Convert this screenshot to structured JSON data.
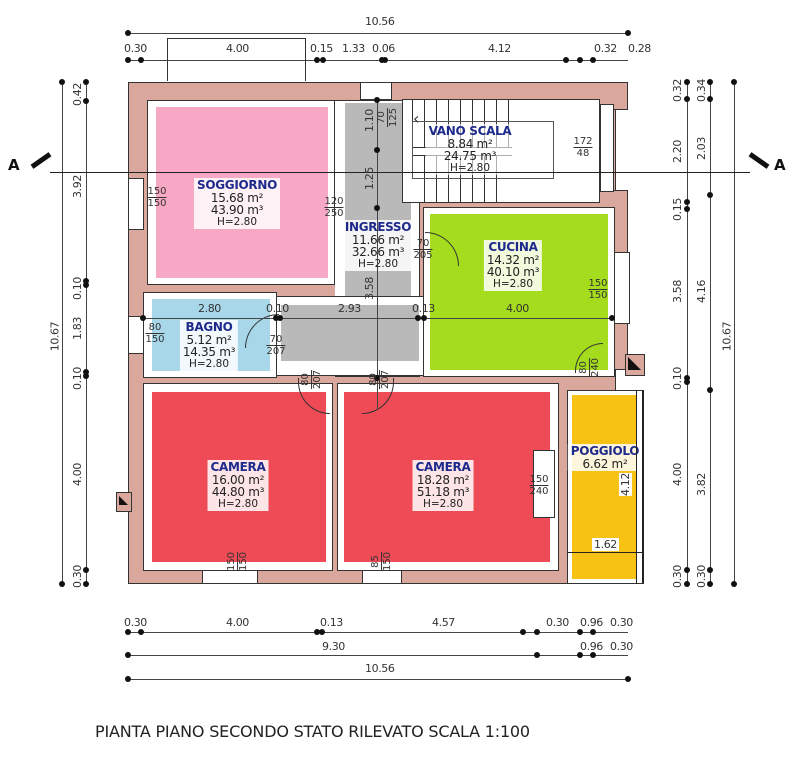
{
  "title": "PIANTA PIANO SECONDO STATO RILEVATO SCALA 1:100",
  "section_marker": {
    "label": "A",
    "icon": "section-cut-icon"
  },
  "colors": {
    "wall": "#d9a79c",
    "soggiorno": "#f7a8c4",
    "ingresso": "#b9b9b9",
    "cucina": "#a6dc1e",
    "bagno": "#a8d7ea",
    "camera": "#ee4b56",
    "poggiolo": "#f7c214",
    "label": "#1d2a8c"
  },
  "rooms": {
    "soggiorno": {
      "name": "SOGGIORNO",
      "area": "15.68 m²",
      "volume": "43.90 m³",
      "height": "H=2.80"
    },
    "ingresso": {
      "name": "INGRESSO",
      "area": "11.66 m²",
      "volume": "32.66 m³",
      "height": "H=2.80"
    },
    "vano_scala": {
      "name": "VANO SCALA",
      "area": "8.84 m²",
      "volume": "24.75 m³",
      "height": "H=2.80"
    },
    "cucina": {
      "name": "CUCINA",
      "area": "14.32 m²",
      "volume": "40.10 m³",
      "height": "H=2.80"
    },
    "bagno": {
      "name": "BAGNO",
      "area": "5.12 m²",
      "volume": "14.35 m³",
      "height": "H=2.80"
    },
    "camera1": {
      "name": "CAMERA",
      "area": "16.00 m²",
      "volume": "44.80 m³",
      "height": "H=2.80"
    },
    "camera2": {
      "name": "CAMERA",
      "area": "18.28 m²",
      "volume": "51.18 m³",
      "height": "H=2.80"
    },
    "poggiolo": {
      "name": "POGGIOLO",
      "area": "6.62 m²"
    }
  },
  "top_dims": {
    "total": "10.56",
    "segments": [
      "0.30",
      "4.00",
      "0.15",
      "1.33",
      "0.06",
      "4.12",
      "0.32",
      "0.28"
    ]
  },
  "bottom_dims": {
    "row1": [
      "0.30",
      "4.00",
      "0.13",
      "4.57",
      "0.30",
      "0.96",
      "0.30"
    ],
    "row2": [
      "9.30",
      "0.96",
      "0.30"
    ],
    "total": "10.56"
  },
  "left_dims": {
    "total": "10.67",
    "segments": [
      "0.42",
      "3.92",
      "0.10",
      "1.83",
      "0.10",
      "4.00",
      "0.30"
    ]
  },
  "right_dims": {
    "col1": [
      "0.32",
      "2.20",
      "0.15",
      "3.58",
      "0.10",
      "4.00",
      "0.30"
    ],
    "col2": [
      "0.34",
      "2.03",
      "4.16",
      "3.82",
      "0.30"
    ],
    "total": "10.67"
  },
  "interior_dims": {
    "bagno_width": "2.80",
    "wall1": "0.10",
    "corridor": "2.93",
    "wall2": "0.13",
    "cucina_width": "4.00",
    "ingresso_v1": "1.10",
    "ingresso_v2": "1.25",
    "ingresso_v3": "3.58",
    "poggiolo_h": "4.12",
    "poggiolo_w": "1.62"
  },
  "openings": {
    "soggiorno_win": [
      "150",
      "150"
    ],
    "soggiorno_door": [
      "120",
      "250"
    ],
    "ingresso_top": [
      "70",
      "125"
    ],
    "ingresso_cucina": [
      "70",
      "205"
    ],
    "vano_win": [
      "172",
      "48"
    ],
    "cucina_win": [
      "150",
      "150"
    ],
    "cucina_door": [
      "80",
      "240"
    ],
    "bagno_win": [
      "80",
      "150"
    ],
    "bagno_door": [
      "70",
      "207"
    ],
    "camera1_door": [
      "80",
      "207"
    ],
    "camera2_door": [
      "80",
      "207"
    ],
    "camera1_win": [
      "150",
      "150"
    ],
    "camera2_win": [
      "85",
      "150"
    ],
    "camera2_balcony": [
      "150",
      "240"
    ]
  }
}
